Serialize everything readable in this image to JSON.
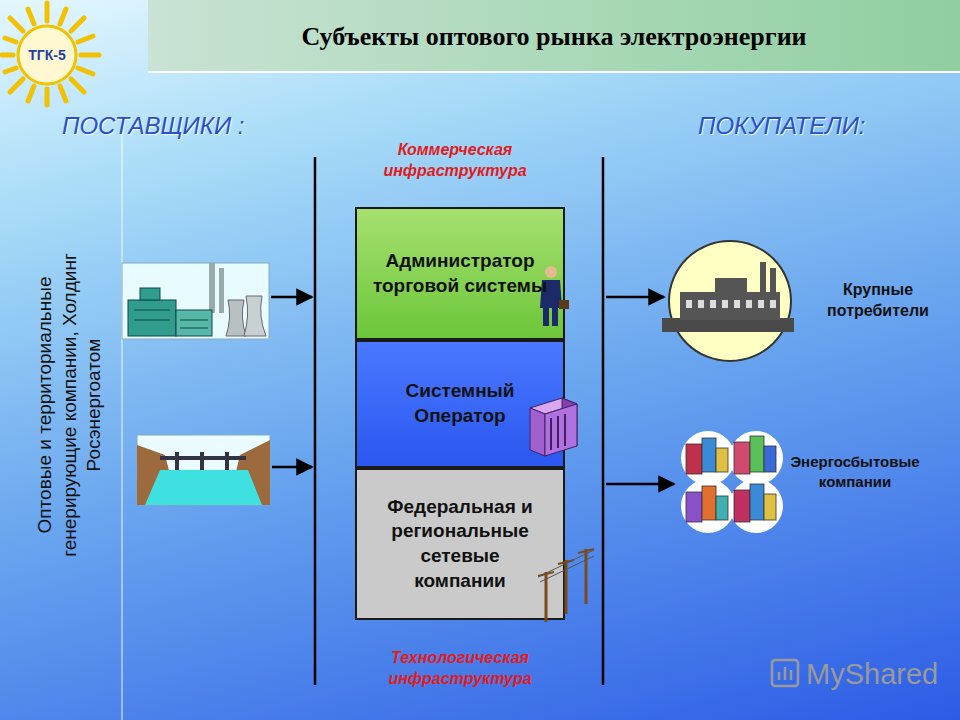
{
  "diagram": {
    "title": "Субъекты оптового рынка электроэнергии",
    "nodes": [
      {
        "text": [
          "Администратор торговой системы"
        ]
      },
      {
        "text": [
          "Системный Оператор"
        ]
      },
      {
        "text": [
          "Федеральная и региональные сетевые компании"
        ]
      },
      {
        "text": [
          "Крупные потребители"
        ]
      }
    ],
    "labels": [
      "ТГК-5",
      "ПОСТАВЩИКИ :",
      "ПОКУПАТЕЛИ:",
      "Оптовые и территориальные генерирующие компании, Холдинг Росэнергоатом",
      "Коммерческая инфраструктура",
      "Технологическая инфраструктура",
      "Энергосбытовые компании",
      "MyShared"
    ]
  }
}
